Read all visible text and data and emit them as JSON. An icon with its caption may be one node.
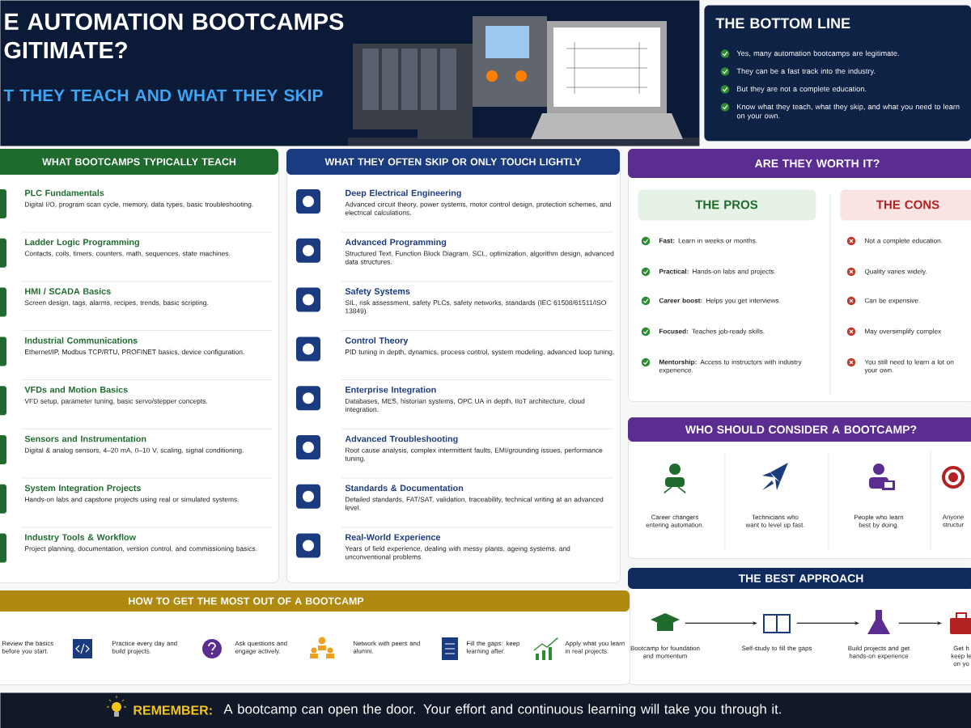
{
  "diagram": {
    "nodes": [
      {
        "text": [
          "E AUTOMATION BOOTCAMPS GITIMATE?",
          "T THEY TEACH AND WHAT THEY SKIP"
        ]
      },
      {
        "text": [
          "THE BOTTOM LINE"
        ]
      },
      {
        "text": [
          "Yes, many automation bootcamps are legitimate."
        ],
        "in": 1
      },
      {
        "text": [
          "They can be a fast track into the industry."
        ],
        "in": 1
      },
      {
        "text": [
          "But they are not a complete education."
        ],
        "in": 1
      },
      {
        "text": [
          "Know what they teach, what they skip, and what you need to learn on your own."
        ],
        "in": 1
      },
      {
        "text": [
          "WHAT BOOTCAMPS TYPICALLY TEACH"
        ]
      },
      {
        "text": [
          "PLC Fundamentals",
          "Digital I/O, program scan cycle, memory, data types, basic troubleshooting."
        ],
        "in": 6
      },
      {
        "text": [
          "Ladder Logic Programming",
          "Contacts, coils, timers, counters, math, sequences, state machines."
        ],
        "in": 6
      },
      {
        "text": [
          "HMI / SCADA Basics",
          "Screen design, tags, alarms, recipes, trends, basic scripting."
        ],
        "in": 6
      },
      {
        "text": [
          "Industrial Communications",
          "Ethernet/IP, Modbus TCP/RTU, PROFINET basics, device configuration."
        ],
        "in": 6
      },
      {
        "text": [
          "VFDs and Motion Basics",
          "VFD setup, parameter tuning, basic servo/stepper concepts."
        ],
        "in": 6
      },
      {
        "text": [
          "Sensors and Instrumentation",
          "Digital & analog sensors, 4–20 mA, 0–10 V, scaling, signal conditioning."
        ],
        "in": 6
      },
      {
        "text": [
          "System Integration Projects",
          "Hands-on labs and capstone projects using real or simulated systems."
        ],
        "in": 6
      },
      {
        "text": [
          "Industry Tools & Workflow",
          "Project planning, documentation, version control, and commissioning basics."
        ],
        "in": 6
      },
      {
        "text": [
          "WHAT THEY OFTEN SKIP OR ONLY TOUCH LIGHTLY"
        ]
      },
      {
        "text": [
          "Deep Electrical Engineering",
          "Advanced circuit theory, power systems, motor control design, protection schemes, and electrical calculations."
        ],
        "in": 15
      },
      {
        "text": [
          "Advanced Programming",
          "Structured Text, Function Block Diagram, SCL, optimization, algorithm design, advanced data structures."
        ],
        "in": 15
      },
      {
        "text": [
          "Safety Systems",
          "SIL, risk assessment, safety PLCs, safety networks, standards (IEC 61508/61511/ISO 13849)."
        ],
        "in": 15
      },
      {
        "text": [
          "Control Theory",
          "PID tuning in depth, dynamics, process control, system modeling, advanced loop tuning."
        ],
        "in": 15
      },
      {
        "text": [
          "Enterprise Integration",
          "Databases, MES, historian systems, OPC UA in depth, IIoT architecture, cloud integration."
        ],
        "in": 15
      },
      {
        "text": [
          "Advanced Troubleshooting",
          "Root cause analysis, complex intermittent faults, EMI/grounding issues, performance tuning."
        ],
        "in": 15
      },
      {
        "text": [
          "Standards & Documentation",
          "Detailed standards, FAT/SAT, validation, traceability, technical writing at an advanced level."
        ],
        "in": 15
      },
      {
        "text": [
          "Real-World Experience",
          "Years of field experience, dealing with messy plants, ageing systems, and unconventional problems."
        ],
        "in": 15
      },
      {
        "text": [
          "ARE THEY WORTH IT?"
        ]
      },
      {
        "text": [
          "THE PROS"
        ],
        "in": 24
      },
      {
        "text": [
          "**Fast:** Learn in weeks or months."
        ],
        "in": 24
      },
      {
        "text": [
          "**Practical:** Hands-on labs and projects."
        ],
        "in": 24
      },
      {
        "text": [
          "**Career boost:** Helps you get interviews."
        ],
        "in": 24
      },
      {
        "text": [
          "**Focused:** Teaches job-ready skills."
        ],
        "in": 24
      },
      {
        "text": [
          "**Mentorship:** Access to instructors with industry experience."
        ],
        "in": 24
      },
      {
        "text": [
          "THE CONS"
        ],
        "in": 24
      },
      {
        "text": [
          "Not a complete education."
        ],
        "in": 24
      },
      {
        "text": [
          "Quality varies widely."
        ],
        "in": 24
      },
      {
        "text": [
          "Can be expensive."
        ],
        "in": 24
      },
      {
        "text": [
          "May oversimplify complex"
        ],
        "in": 24
      },
      {
        "text": [
          "You still need to learn a lot on your own."
        ],
        "in": 24
      },
      {
        "text": [
          "WHO SHOULD CONSIDER A BOOTCAMP?"
        ]
      },
      {
        "text": [
          "Career changers entering automation."
        ],
        "in": 37
      },
      {
        "text": [
          "Technicians who want to level up fast."
        ],
        "in": 37
      },
      {
        "text": [
          "People who learn best by doing."
        ],
        "in": 37
      },
      {
        "text": [
          "Anyone structur"
        ],
        "in": 37
      },
      {
        "text": [
          "THE BEST APPROACH"
        ]
      },
      {
        "text": [
          "Bootcamp for foundation and momentum"
        ],
        "in": 42
      },
      {
        "text": [
          "Self-study to fill the gaps"
        ],
        "in": 42
      },
      {
        "text": [
          "Build projects and get hands-on experience"
        ],
        "in": 42
      },
      {
        "text": [
          "Get h keep le on yo"
        ],
        "in": 42
      },
      {
        "text": [
          "HOW TO GET THE MOST OUT OF A BOOTCAMP"
        ]
      },
      {
        "text": [
          "Review the basics before you start."
        ],
        "in": 47
      },
      {
        "text": [
          "Practice every day and build projects."
        ],
        "in": 47
      },
      {
        "text": [
          "Ask questions and engage actively."
        ],
        "in": 47
      },
      {
        "text": [
          "Network with peers and alumni."
        ],
        "in": 47
      },
      {
        "text": [
          "Fill the gaps: keep learning after."
        ],
        "in": 47
      },
      {
        "text": [
          "Apply what you learn in real projects."
        ],
        "in": 47
      },
      {
        "text": [
          "REMEMBER:",
          "A bootcamp can open the door. Your effort and continuous learning will take you through it."
        ]
      }
    ],
    "edges": [
      {
        "from": 43,
        "to": 44,
        "arrow": "to"
      },
      {
        "from": 44,
        "to": 45,
        "arrow": "to"
      },
      {
        "from": 45,
        "to": 46,
        "arrow": "to"
      }
    ]
  }
}
